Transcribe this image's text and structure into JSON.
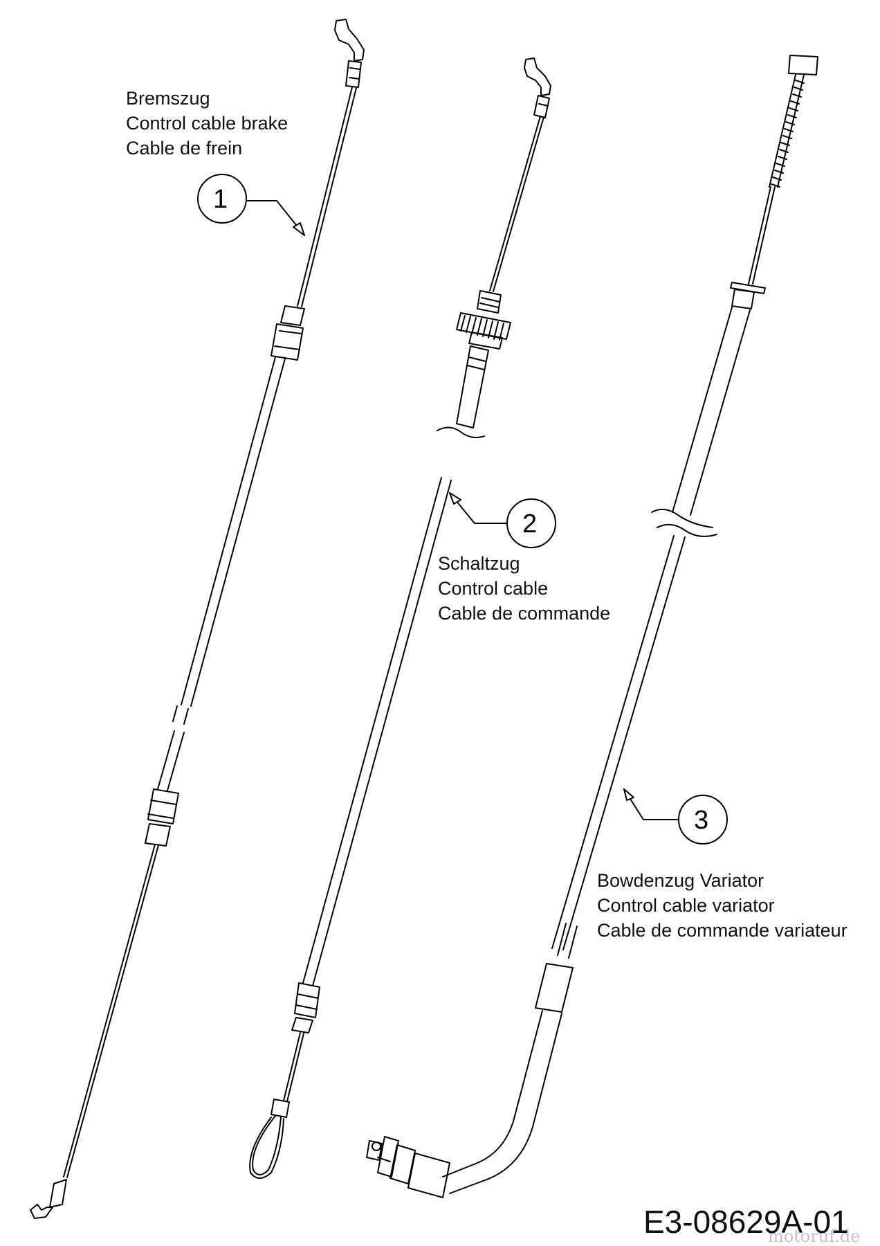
{
  "parts": [
    {
      "number": "1",
      "lines": [
        "Bremszug",
        "Control cable brake",
        "Cable de frein"
      ]
    },
    {
      "number": "2",
      "lines": [
        "Schaltzug",
        "Control cable",
        "Cable de commande"
      ]
    },
    {
      "number": "3",
      "lines": [
        "Bowdenzug Variator",
        "Control cable variator",
        "Cable de commande variateur"
      ]
    }
  ],
  "drawing_id": "E3-08629A-01",
  "watermark": "motoruf.de"
}
